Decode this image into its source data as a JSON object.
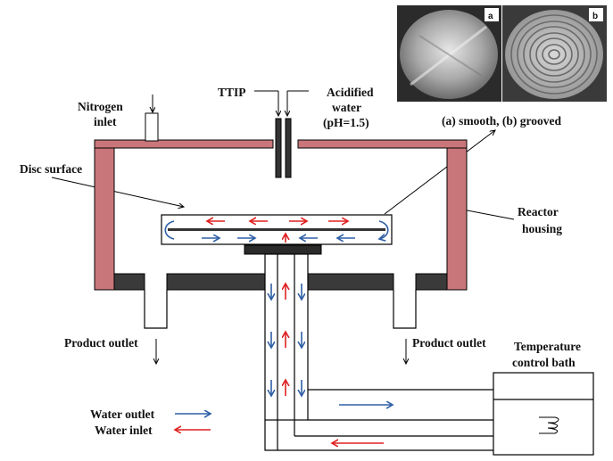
{
  "labels": {
    "nitrogen_line1": "Nitrogen",
    "nitrogen_line2": "inlet",
    "ttip": "TTIP",
    "acid_line1": "Acidified",
    "acid_line2": "water",
    "acid_line3": "(pH=1.5)",
    "disc_options": "(a) smooth, (b) grooved",
    "disc_surface": "Disc surface",
    "reactor_line1": "Reactor",
    "reactor_line2": "housing",
    "product_outlet_left": "Product outlet",
    "product_outlet_right": "Product outlet",
    "temp_line1": "Temperature",
    "temp_line2": "control bath",
    "water_outlet": "Water outlet",
    "water_inlet": "Water inlet"
  },
  "photos": {
    "a_label": "a",
    "b_label": "b"
  },
  "colors": {
    "housing_wall": "#c9767a",
    "housing_base": "#3a3a3a",
    "arrow_red": "#e02020",
    "arrow_blue": "#2e5fa5",
    "line": "#000000"
  }
}
